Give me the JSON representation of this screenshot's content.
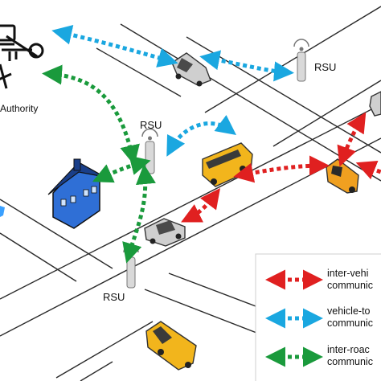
{
  "authority": {
    "label": "Authority",
    "icon": "key-icon"
  },
  "rsu_labels": [
    "RSU",
    "RSU",
    "RSU"
  ],
  "legend": [
    {
      "line1": "inter-vehi",
      "line2": "communic",
      "color": "#e02020",
      "icon": "red-double-arrow-icon"
    },
    {
      "line1": "vehicle-to",
      "line2": "communic",
      "color": "#1aa7e0",
      "icon": "blue-double-arrow-icon"
    },
    {
      "line1": "inter-roac",
      "line2": "communic",
      "color": "#1a9a3c",
      "icon": "green-double-arrow-icon"
    }
  ],
  "colors": {
    "inter_vehicle": "#e02020",
    "vehicle_to_rsu": "#1aa7e0",
    "inter_road": "#1a9a3c",
    "road_edge": "#2a2a2a",
    "bus": "#f2b51c",
    "house": "#2f6fd6"
  }
}
